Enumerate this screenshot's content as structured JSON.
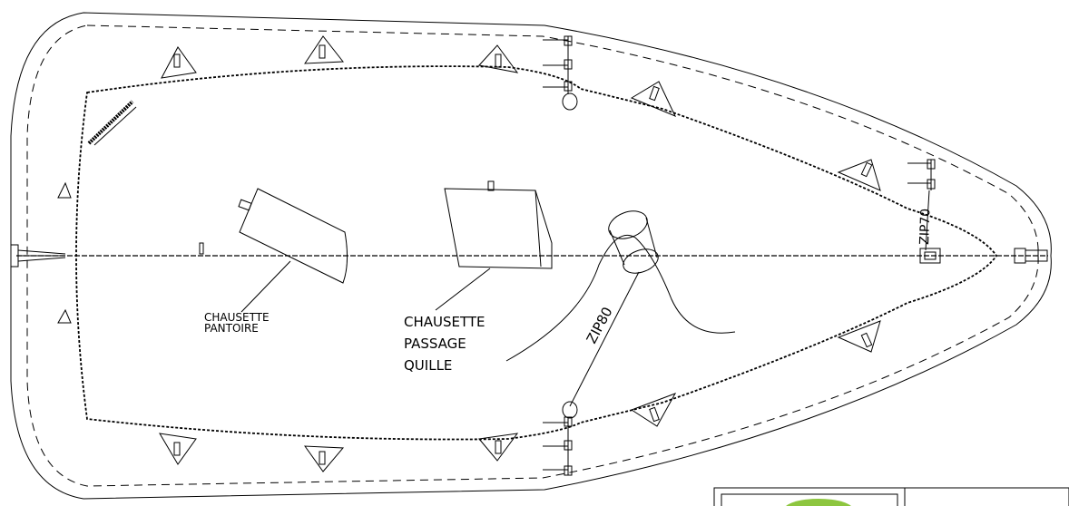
{
  "labels": {
    "pantoire_line1": "CHAUSETTE",
    "pantoire_line2": "PANTOIRE",
    "quille_line1": "CHAUSETTE",
    "quille_line2": "PASSAGE",
    "quille_line3": "QUILLE",
    "zip80": "ZIP80",
    "zip70": "ZIP70"
  },
  "colors": {
    "line": "#000000",
    "logo": "#8dc63f"
  }
}
